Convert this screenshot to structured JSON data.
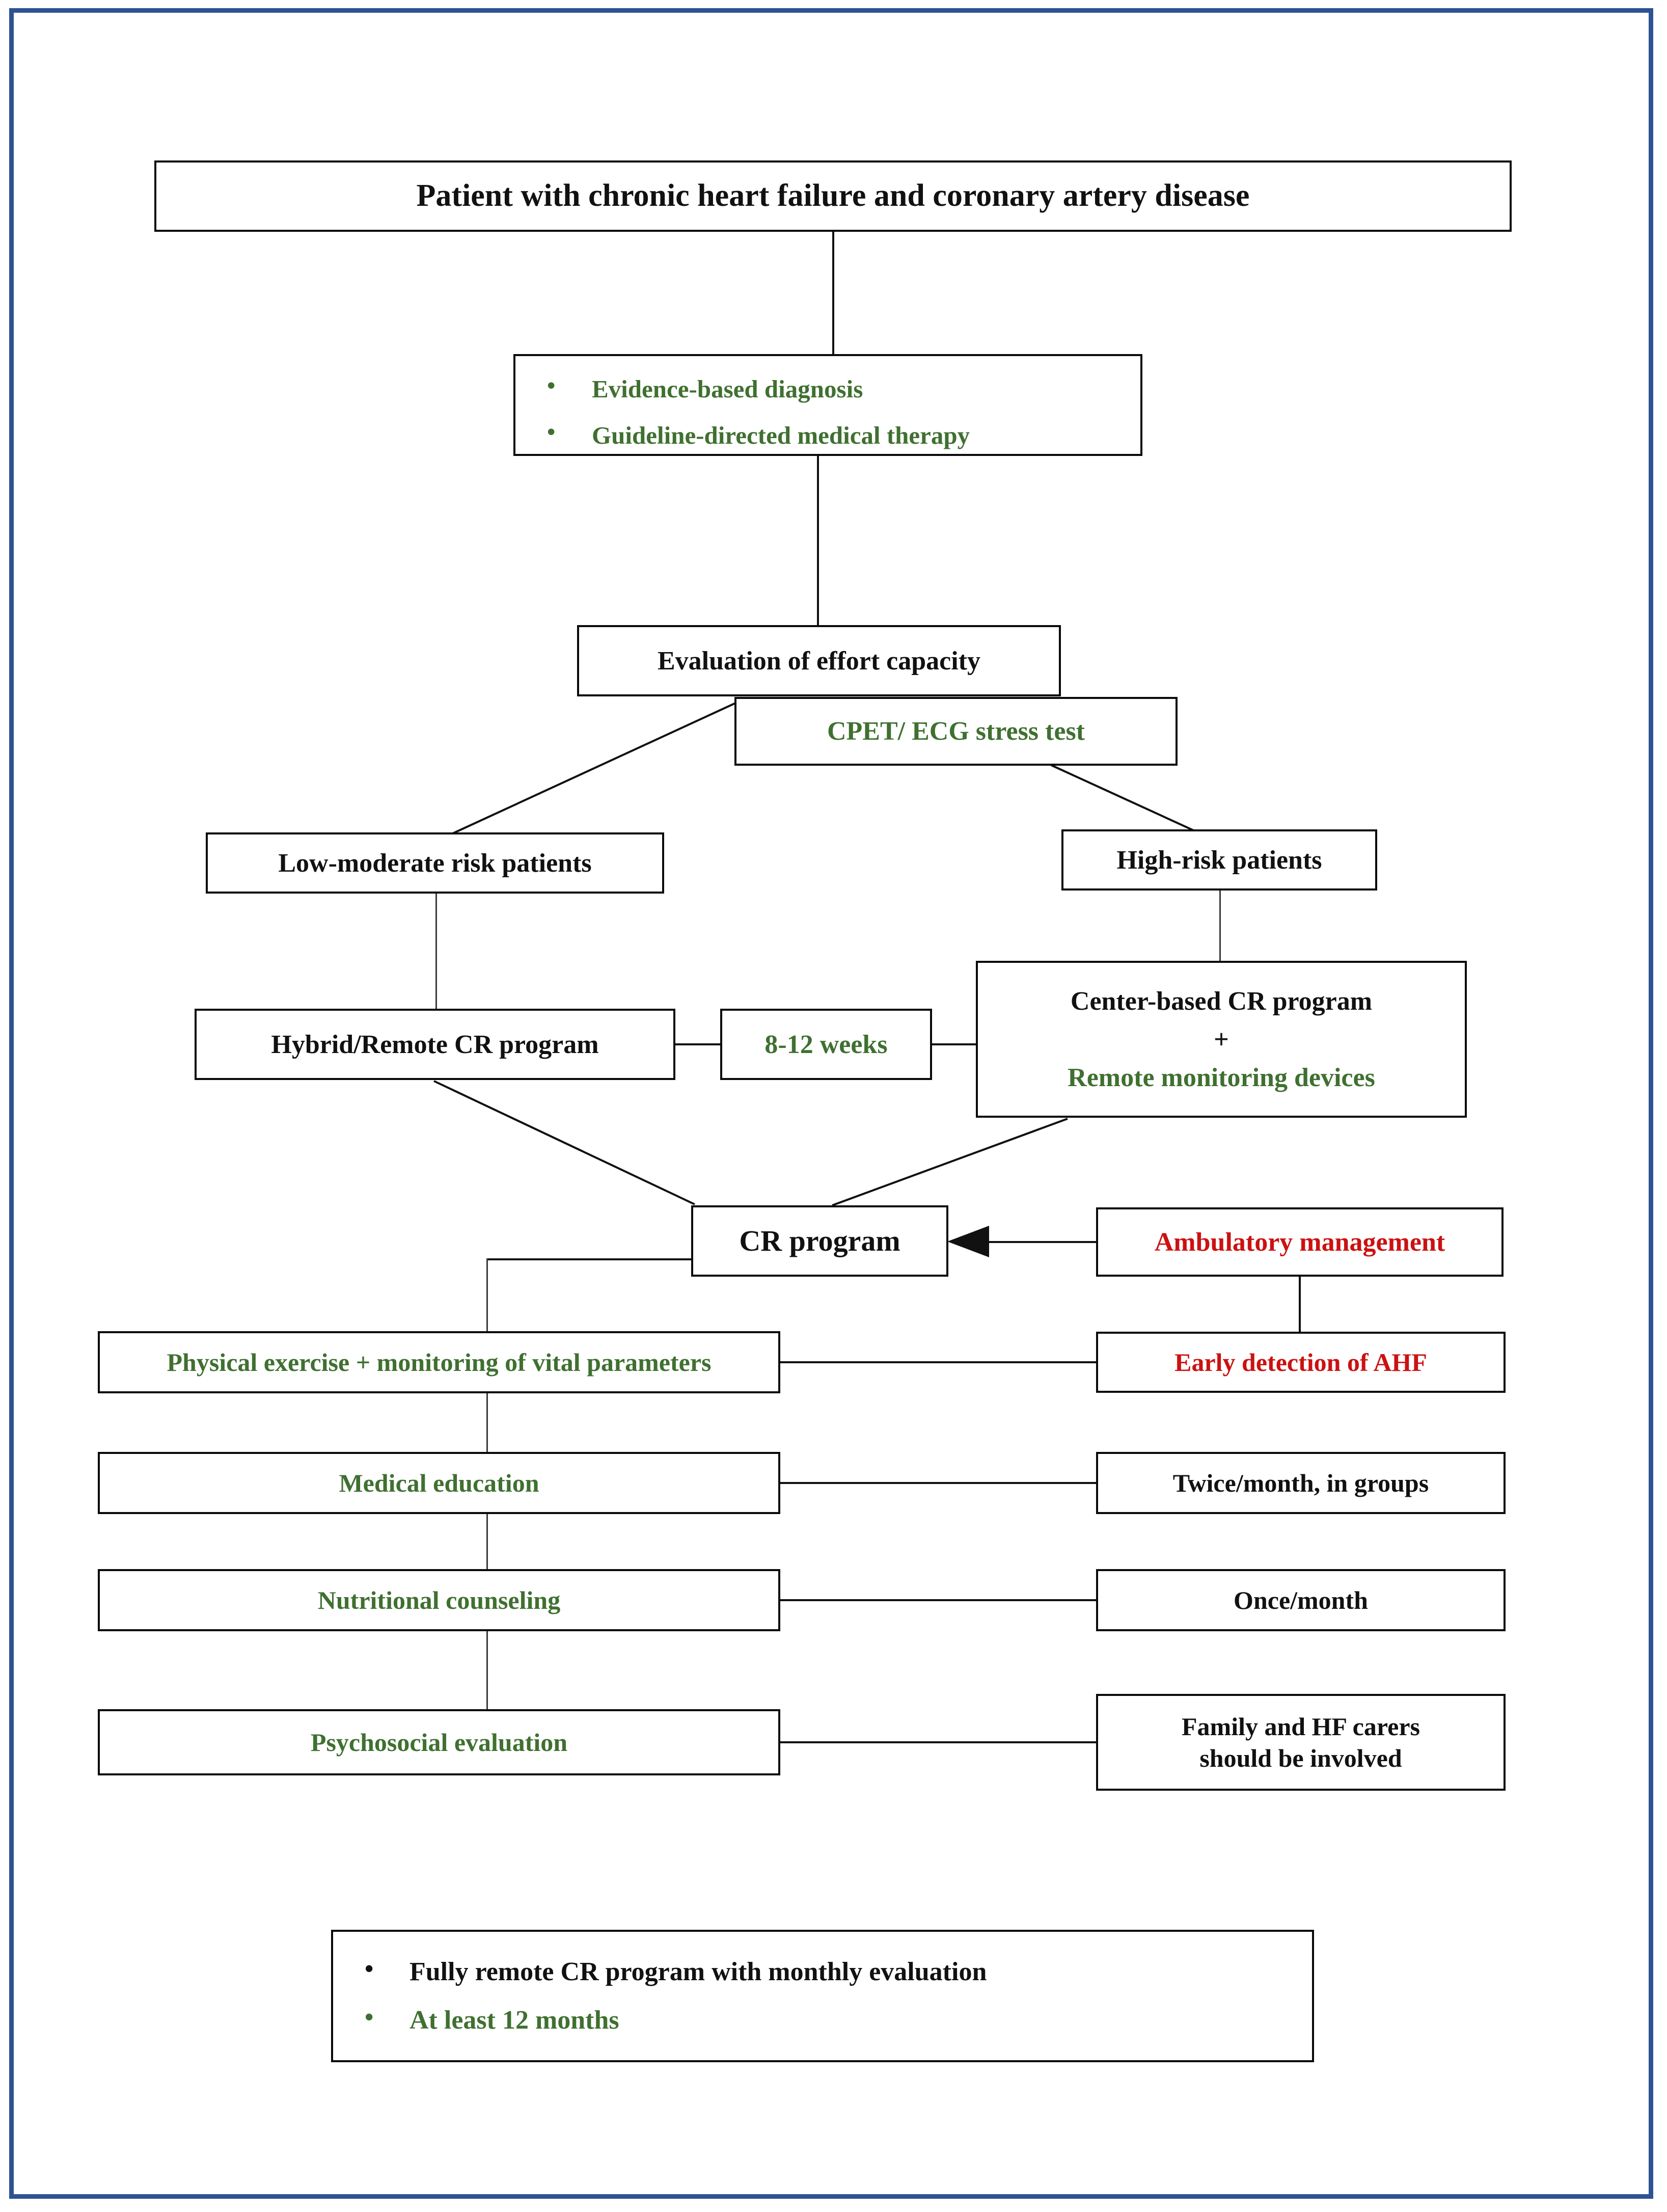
{
  "document": {
    "type": "clinical-flowchart",
    "title": "Patient with chronic heart failure and coronary artery disease",
    "frame_color": "#2E5293",
    "colors": {
      "black": "#111111",
      "green": "#3F7030",
      "red": "#CC1111",
      "border": "#0A0A0A"
    }
  },
  "nodes": {
    "title_box": {
      "text": "Patient with chronic heart failure and coronary artery disease",
      "color": "black"
    },
    "diagnosis_box": {
      "bullets": [
        {
          "text": "Evidence-based diagnosis",
          "color": "green"
        },
        {
          "text": "Guideline-directed medical therapy",
          "color": "green"
        }
      ]
    },
    "evaluation_box": {
      "text": "Evaluation of effort capacity",
      "color": "black"
    },
    "cpet_box": {
      "text": "CPET/ ECG stress test",
      "color": "green"
    },
    "low_risk_box": {
      "text": "Low-moderate risk patients",
      "color": "black"
    },
    "high_risk_box": {
      "text": "High-risk patients",
      "color": "black"
    },
    "hybrid_box": {
      "text": "Hybrid/Remote CR program",
      "color": "black"
    },
    "weeks_box": {
      "text": "8-12 weeks",
      "color": "green"
    },
    "center_box": {
      "line1": "Center-based CR program",
      "line2": "+",
      "line3": "Remote monitoring devices"
    },
    "cr_program_box": {
      "text": "CR program",
      "color": "black"
    },
    "ambulatory_box": {
      "text": "Ambulatory management",
      "color": "red"
    },
    "physical_exercise_box": {
      "text": "Physical exercise + monitoring of vital parameters",
      "color": "green"
    },
    "early_detection_box": {
      "text": "Early detection of AHF",
      "color": "red"
    },
    "medical_education_box": {
      "text": "Medical education",
      "color": "green"
    },
    "twice_month_box": {
      "text": "Twice/month, in groups",
      "color": "black"
    },
    "nutritional_box": {
      "text": "Nutritional counseling",
      "color": "green"
    },
    "once_month_box": {
      "text": "Once/month",
      "color": "black"
    },
    "psychosocial_box": {
      "text": "Psychosocial evaluation",
      "color": "green"
    },
    "family_carers_box": {
      "line1": "Family and HF carers",
      "line2": "should be involved"
    },
    "footer_box": {
      "bullets": [
        {
          "text": "Fully remote CR program with monthly evaluation",
          "color": "black"
        },
        {
          "text": "At least 12 months",
          "color": "green"
        }
      ]
    }
  }
}
